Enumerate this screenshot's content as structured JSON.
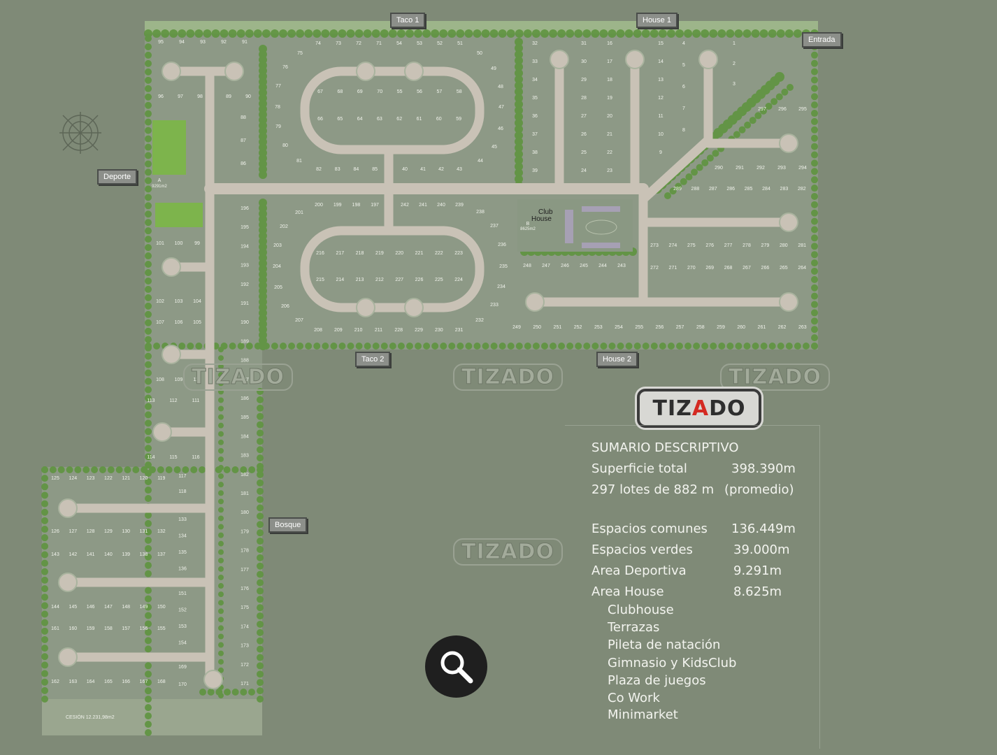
{
  "callouts": {
    "taco1": "Taco 1",
    "house1": "House 1",
    "entrada": "Entrada",
    "deporte": "Deporte",
    "taco2": "Taco 2",
    "house2": "House 2",
    "bosque": "Bosque"
  },
  "map_labels": {
    "club_house_line1": "Club",
    "club_house_line2": "House",
    "club_lot": "B",
    "club_area": "8625m2",
    "sport_lot": "A",
    "sport_area": "9291m2",
    "cesion": "CESIÓN 12.231,98m2"
  },
  "lots": [
    [
      "95",
      "94",
      "93",
      "92",
      "91"
    ],
    [
      "96",
      "97",
      "98"
    ],
    [
      "89",
      "90"
    ],
    [
      "88",
      "87",
      "86"
    ],
    [
      "74",
      "73",
      "72",
      "71",
      "54",
      "53",
      "52",
      "51"
    ],
    [
      "75",
      "76",
      "77",
      "78",
      "79",
      "80",
      "81"
    ],
    [
      "50",
      "49",
      "48",
      "47",
      "46",
      "45",
      "44"
    ],
    [
      "67",
      "68",
      "69",
      "70",
      "55",
      "56",
      "57",
      "58"
    ],
    [
      "66",
      "65",
      "64",
      "63",
      "62",
      "61",
      "60",
      "59"
    ],
    [
      "82",
      "83",
      "84",
      "85"
    ],
    [
      "40",
      "41",
      "42",
      "43"
    ],
    [
      "200",
      "199",
      "198",
      "197"
    ],
    [
      "242",
      "241",
      "240",
      "239"
    ],
    [
      "201",
      "202",
      "203",
      "204",
      "205",
      "206",
      "207"
    ],
    [
      "238",
      "237",
      "236",
      "235",
      "234",
      "233",
      "232"
    ],
    [
      "216",
      "217",
      "218",
      "219",
      "220",
      "221",
      "222",
      "223"
    ],
    [
      "215",
      "214",
      "213",
      "212",
      "227",
      "226",
      "225",
      "224"
    ],
    [
      "208",
      "209",
      "210",
      "211",
      "228",
      "229",
      "230",
      "231"
    ],
    [
      "32",
      "33",
      "34",
      "35",
      "36",
      "37",
      "38",
      "39"
    ],
    [
      "31",
      "30",
      "29",
      "28",
      "27",
      "26",
      "25",
      "24"
    ],
    [
      "16",
      "17",
      "18",
      "19",
      "20",
      "21",
      "22",
      "23"
    ],
    [
      "15",
      "14",
      "13",
      "12",
      "11",
      "10",
      "9"
    ],
    [
      "4",
      "5",
      "6",
      "7",
      "8"
    ],
    [
      "1",
      "2",
      "3"
    ],
    [
      "297",
      "296",
      "295"
    ],
    [
      "290",
      "291",
      "292",
      "293",
      "294"
    ],
    [
      "289",
      "288",
      "287",
      "286",
      "285",
      "284",
      "283",
      "282"
    ],
    [
      "273",
      "274",
      "275",
      "276",
      "277",
      "278",
      "279",
      "280",
      "281"
    ],
    [
      "272",
      "271",
      "270",
      "269",
      "268",
      "267",
      "266",
      "265",
      "264"
    ],
    [
      "248",
      "247",
      "246",
      "245",
      "244",
      "243"
    ],
    [
      "249",
      "250",
      "251",
      "252",
      "253",
      "254",
      "255",
      "256",
      "257",
      "258",
      "259",
      "260",
      "261",
      "262",
      "263"
    ],
    [
      "101",
      "100",
      "99"
    ],
    [
      "102",
      "103",
      "104"
    ],
    [
      "107",
      "106",
      "105"
    ],
    [
      "108",
      "109",
      "110"
    ],
    [
      "113",
      "112",
      "111"
    ],
    [
      "114",
      "115",
      "116"
    ],
    [
      "196",
      "195",
      "194",
      "193",
      "192",
      "191",
      "190",
      "189",
      "188",
      "187",
      "186",
      "185",
      "184",
      "183",
      "182",
      "181",
      "180",
      "179",
      "178",
      "177",
      "176",
      "175",
      "174",
      "173",
      "172",
      "171"
    ],
    [
      "117",
      "118"
    ],
    [
      "133",
      "134",
      "135",
      "136"
    ],
    [
      "151",
      "152",
      "153",
      "154"
    ],
    [
      "169",
      "170"
    ],
    [
      "125",
      "124",
      "123",
      "122",
      "121",
      "120",
      "119"
    ],
    [
      "126",
      "127",
      "128",
      "129",
      "130",
      "131",
      "132"
    ],
    [
      "143",
      "142",
      "141",
      "140",
      "139",
      "138",
      "137"
    ],
    [
      "144",
      "145",
      "146",
      "147",
      "148",
      "149",
      "150"
    ],
    [
      "161",
      "160",
      "159",
      "158",
      "157",
      "156",
      "155"
    ],
    [
      "162",
      "163",
      "164",
      "165",
      "166",
      "167",
      "168"
    ]
  ],
  "watermark": "TIZADO",
  "logo": {
    "text_before": "TIZ",
    "text_accent": "A",
    "text_after": "DO"
  },
  "summary": {
    "title": "SUMARIO DESCRIPTIVO",
    "rows": [
      {
        "label": "Superficie total",
        "value": "398.390m"
      },
      {
        "label": "297 lotes de 882   m",
        "value": "(promedio)"
      },
      {
        "label": "Espacios   comunes",
        "value": "136.449m"
      },
      {
        "label": "Espacios   verdes",
        "value": "39.000m"
      },
      {
        "label": "Area Deportiva",
        "value": "9.291m"
      },
      {
        "label": "Area House",
        "value": "8.625m"
      }
    ],
    "amenities": [
      "Clubhouse",
      "Terrazas",
      "Pileta de natación",
      "Gimnasio y KidsClub",
      "Plaza de juegos",
      "Co Work",
      "Minimarket"
    ]
  },
  "colors": {
    "background": "#7f8a77",
    "lot": "#8b9884",
    "road": "#c9c2b6",
    "tree": "#5f9440",
    "field": "#7db44c",
    "accent": "#d42a22"
  }
}
